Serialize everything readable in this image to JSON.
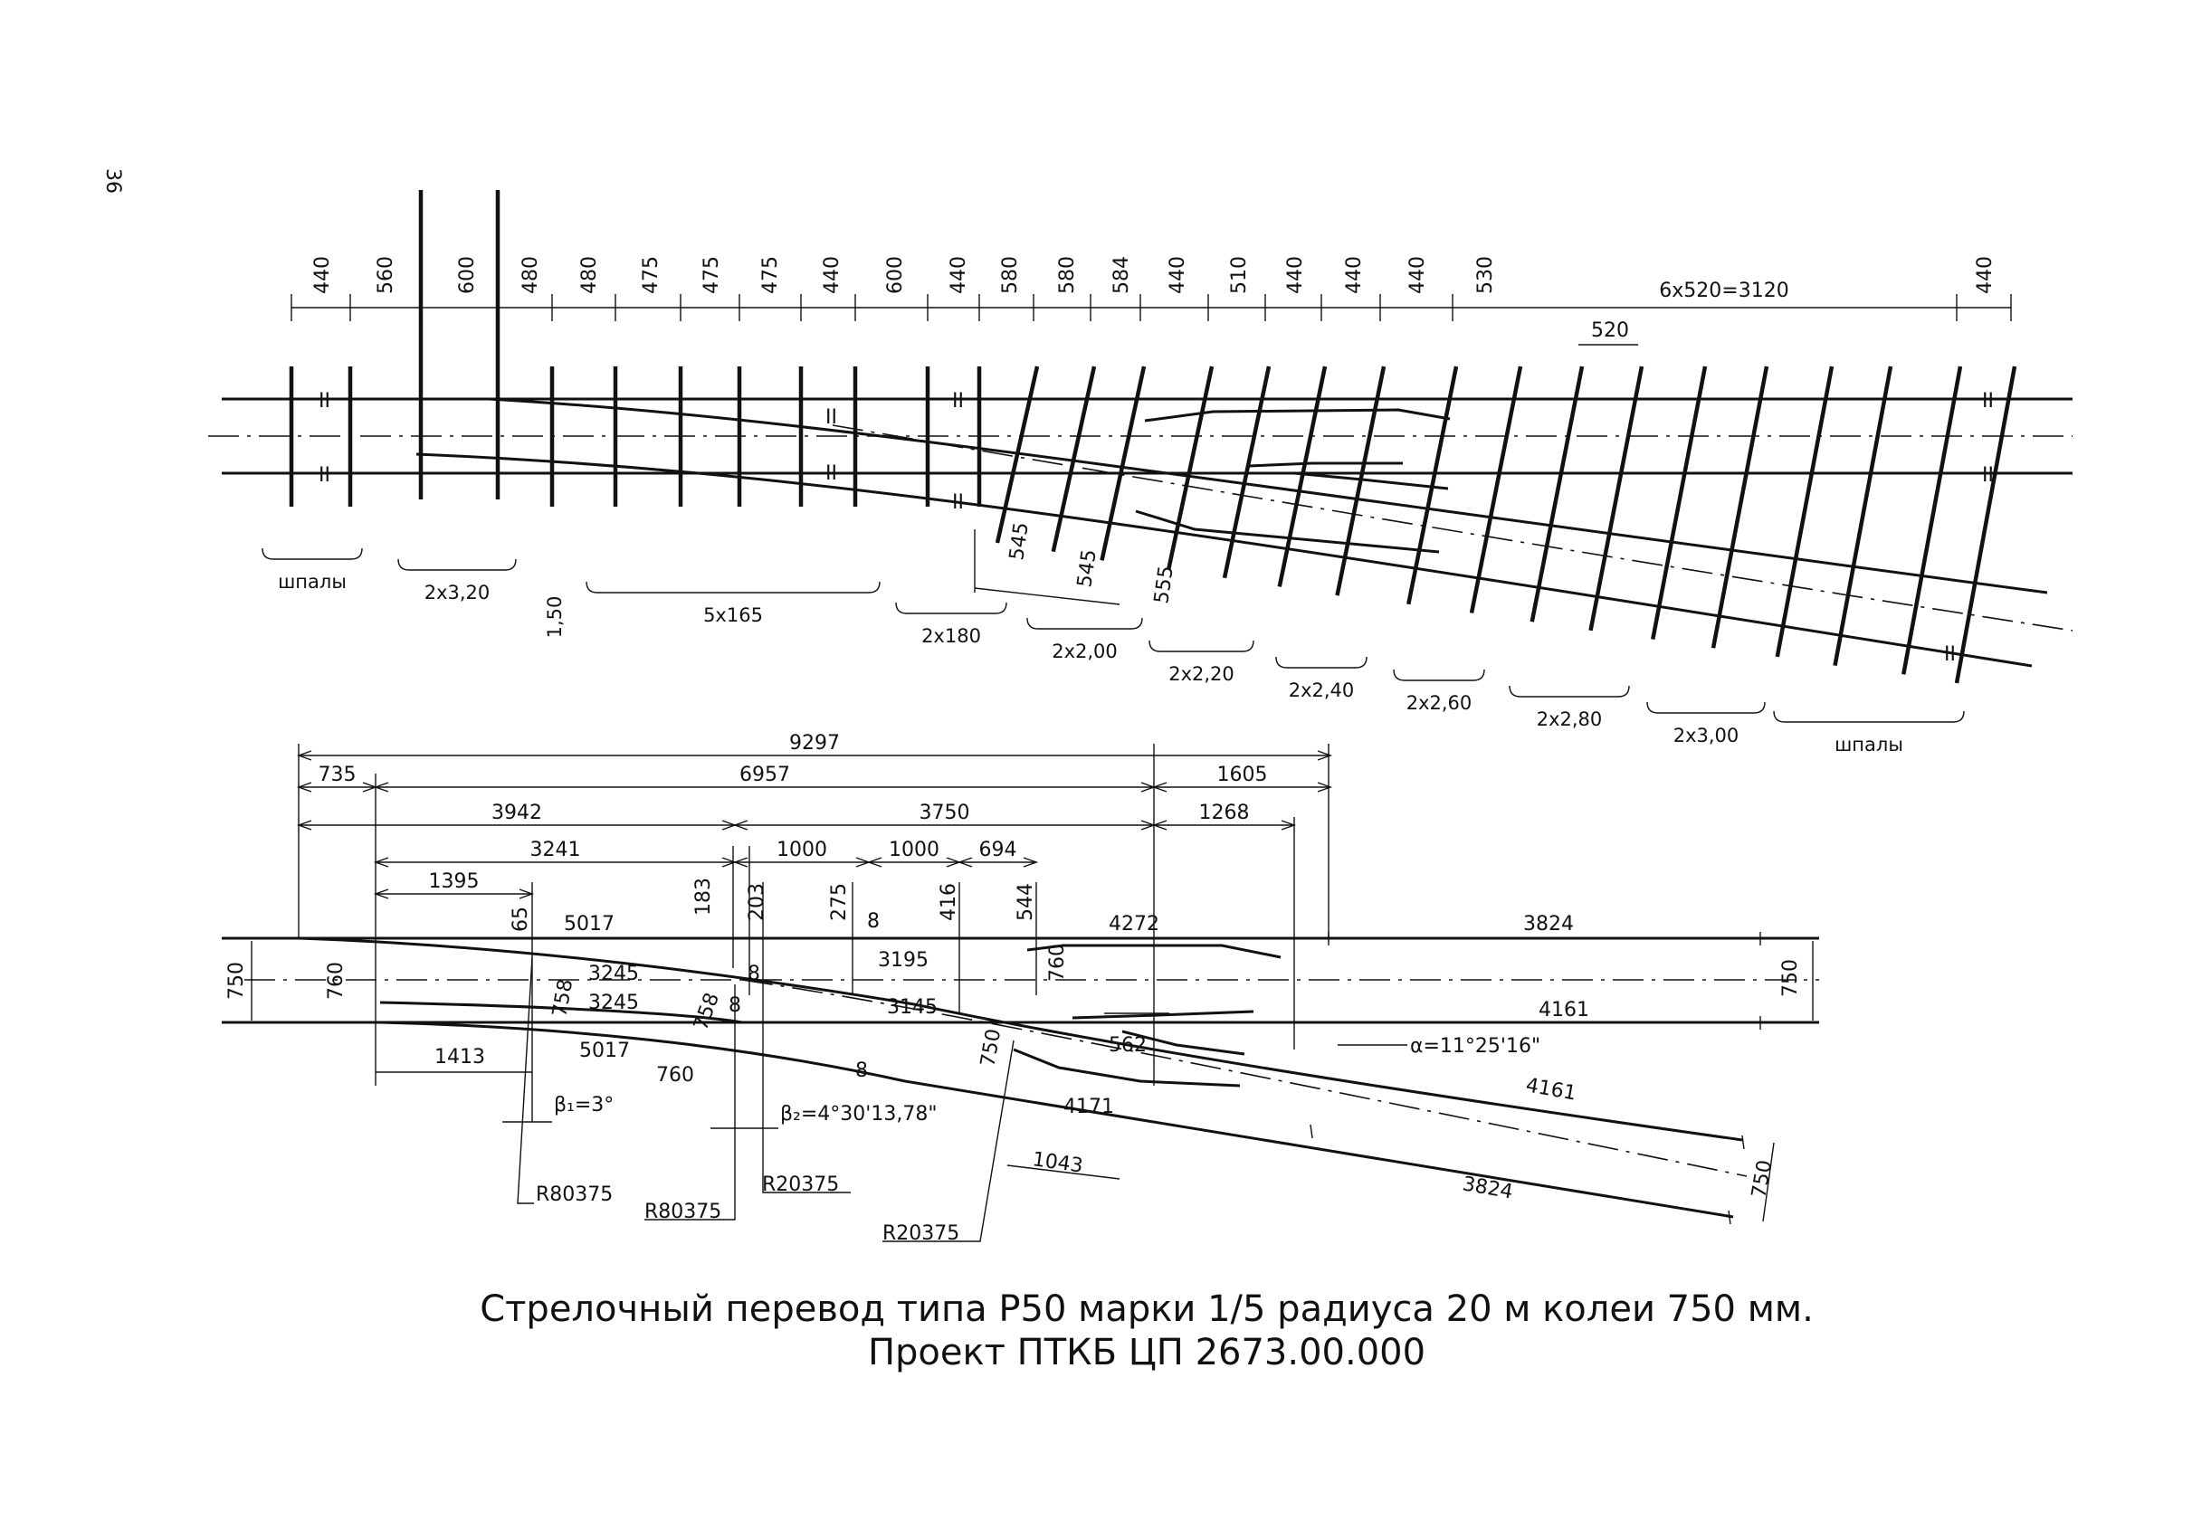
{
  "page_number": "36",
  "sleeper_spacing": [
    "440",
    "560",
    "600",
    "480",
    "480",
    "475",
    "475",
    "475",
    "440",
    "600",
    "440",
    "580",
    "580",
    "584",
    "440",
    "510",
    "440",
    "440",
    "440",
    "530",
    "440"
  ],
  "span_top": "6х520=3120",
  "span_520": "520",
  "sleeper_groups": [
    "шпалы",
    "2х3,20",
    "1,50",
    "5х165",
    "2х180",
    "2х2,00",
    "2х2,20",
    "2х2,40",
    "2х2,60",
    "2х2,80",
    "2х3,00",
    "шпалы"
  ],
  "diag_dims": [
    "545",
    "545",
    "555"
  ],
  "geom": {
    "d9297": "9297",
    "d735": "735",
    "d6957": "6957",
    "d1605": "1605",
    "d3942": "3942",
    "d3750": "3750",
    "d1268": "1268",
    "d3241": "3241",
    "d1000a": "1000",
    "d1000b": "1000",
    "d694": "694",
    "d1395": "1395",
    "d65": "65",
    "d183": "183",
    "d203": "203",
    "d275": "275",
    "d416": "416",
    "d544": "544",
    "d8a": "8",
    "d8b": "8",
    "d8c": "8",
    "d8d": "8",
    "r5017a": "5017",
    "r5017b": "5017",
    "r3245a": "3245",
    "r3245b": "3245",
    "r3195": "3195",
    "r3145": "3145",
    "r4272": "4272",
    "r3824a": "3824",
    "r3824b": "3824",
    "r4161a": "4161",
    "r4161b": "4161",
    "r4171": "4171",
    "g750a": "750",
    "g750b": "750",
    "g750c": "750",
    "g750d": "750",
    "g760a": "760",
    "g760b": "760",
    "g760c": "760",
    "g758a": "758",
    "g758b": "758",
    "d562": "562",
    "d1413": "1413",
    "d1043": "1043",
    "alpha": "α=11°25'16\"",
    "beta1": "β₁=3°",
    "beta2": "β₂=4°30'13,78\"",
    "radii": [
      "R80375",
      "R80375",
      "R20375",
      "R20375"
    ]
  },
  "caption_line1": "Стрелочный перевод типа Р50 марки 1/5 радиуса 20 м колеи 750 мм.",
  "caption_line2": "Проект ПТКБ ЦП 2673.00.000"
}
